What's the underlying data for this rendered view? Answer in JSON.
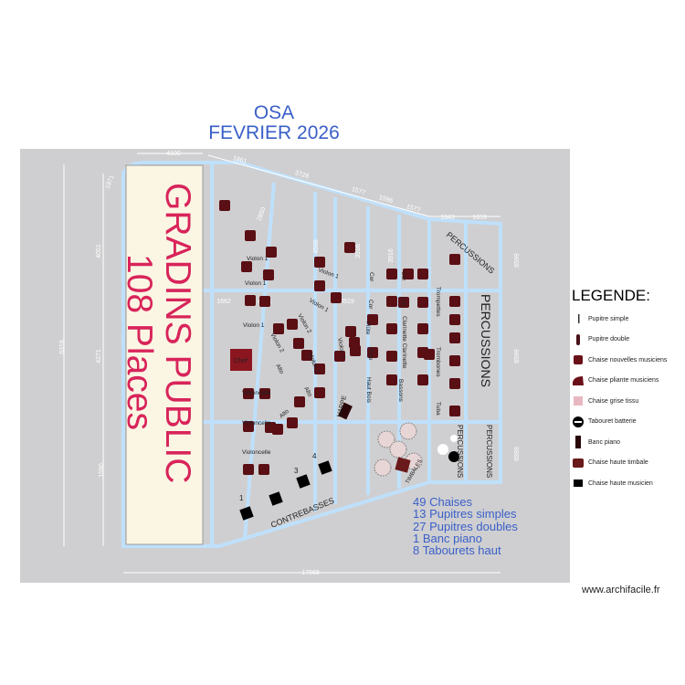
{
  "header": {
    "line1": "OSA",
    "line2": "FEVRIER 2026"
  },
  "gradins": {
    "line1": "GRADINS PUBLIC",
    "line2": "108 Places"
  },
  "dimensions": [
    "4100",
    "1861",
    "3728",
    "1577",
    "1596",
    "1577",
    "1643",
    "1653",
    "1971",
    "4051",
    "6318",
    "2850",
    "4598",
    "3916",
    "3916",
    "6599",
    "6599",
    "1662",
    "4391",
    "4519",
    "17968",
    "4271",
    "1590",
    "6599"
  ],
  "sections": {
    "percussions_top": "PERCUSSIONS",
    "percussions_big": "PERCUSSIONS",
    "percussions_a": "PERCUSSIONS",
    "percussions_b": "PERCUSSIONS",
    "contrebasses": "CONTREBASSES",
    "timbales": "TIMBALES",
    "harpe": "HARPE",
    "chef": "Chef"
  },
  "instrument_labels": {
    "violon1_a": "Violon 1",
    "violon1_b": "Violon 1",
    "violon1_c": "Violon 1",
    "violon1_d": "Violon 1",
    "violon1_e": "Violon 1",
    "violon2_a": "Violon 2",
    "violon2_b": "Violon 2",
    "violon2_c": "Violon 2",
    "violon2_d": "Violon 2",
    "alto_a": "Alto",
    "alto_b": "Alto",
    "alto_c": "Alto",
    "alto_d": "Alto",
    "violoncelle_a": "Violoncelle",
    "violoncelle_b": "Violoncelle",
    "violoncelle_c": "Violoncelle",
    "cor_a": "Cor",
    "cor_b": "Cor",
    "cor_c": "Cor",
    "cor_d": "Cor",
    "flute_a": "Flûte",
    "flute_b": "Flûte",
    "clarinette": "Clarinette Clarinette",
    "hautbois": "Haut Bois",
    "bassons": "Bassons",
    "trompettes": "Trompettes",
    "trombones": "Trombones",
    "tuba": "Tuba",
    "cb1": "1",
    "cb3": "3",
    "cb4": "4"
  },
  "legend": {
    "title": "LEGENDE:",
    "items": [
      {
        "label": "Pupitre simple",
        "icon": "pupitre-simple"
      },
      {
        "label": "Pupitre double",
        "icon": "pupitre-double"
      },
      {
        "label": "Chaise nouvelles musiciens",
        "icon": "chaise-nouvelle"
      },
      {
        "label": "Chaise pliante musiciens",
        "icon": "chaise-pliante"
      },
      {
        "label": "Chaise grise tissu",
        "icon": "chaise-grise"
      },
      {
        "label": "Tabouret batterie",
        "icon": "tabouret-batterie"
      },
      {
        "label": "Banc piano",
        "icon": "banc-piano"
      },
      {
        "label": "Chaise haute timbale",
        "icon": "chaise-haute-timbale"
      },
      {
        "label": "Chaise haute musicien",
        "icon": "chaise-haute-musicien"
      }
    ]
  },
  "summary": [
    "49 Chaises",
    "13 Pupitres simples",
    "27 Pupitres doubles",
    "1 Banc piano",
    "8 Tabourets haut"
  ],
  "footer": {
    "site": "www.archifacile.fr"
  },
  "colors": {
    "background": "#cfcfd1",
    "stage_lines": "#bfe0fb",
    "chair": "#5a0f14",
    "gradins_fill": "#fbf6e4",
    "gradins_text": "#d8245a",
    "accent_text": "#3a5fc8"
  }
}
